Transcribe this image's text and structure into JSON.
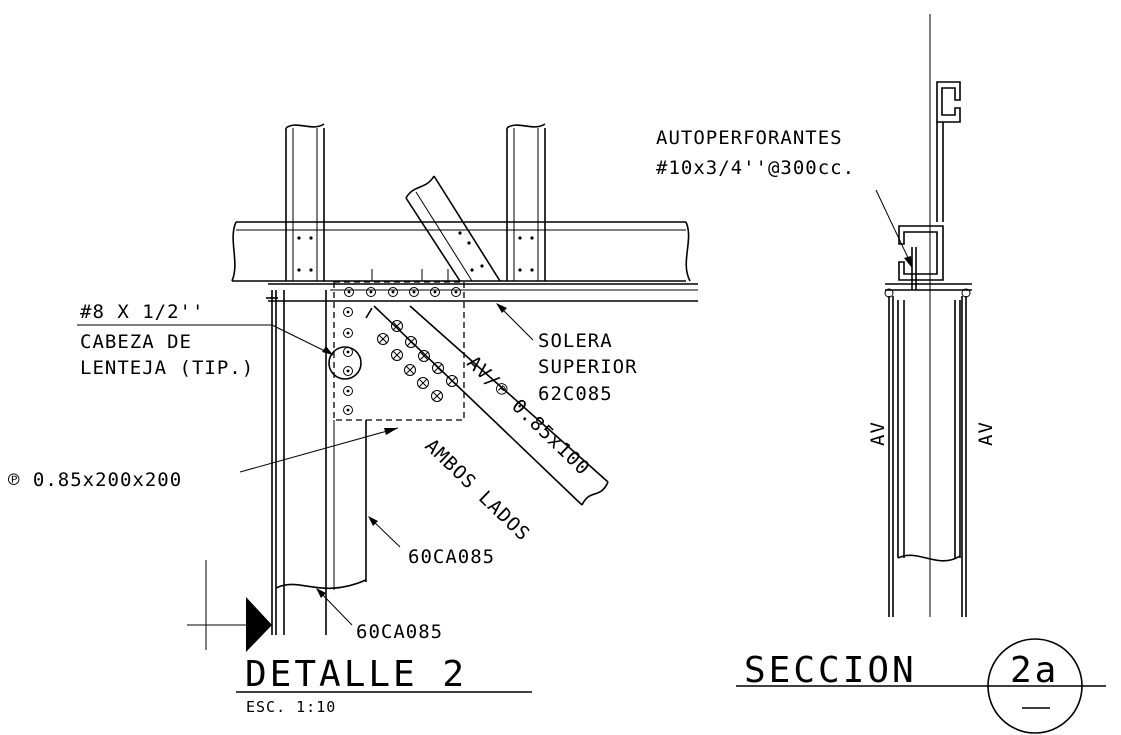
{
  "labels": {
    "screw_spec": "#8 X 1/2''",
    "screw_head_1": "CABEZA DE",
    "screw_head_2": "LENTEJA (TIP.)",
    "plate": "℗ 0.85x200x200",
    "solera_1": "SOLERA",
    "solera_2": "SUPERIOR",
    "solera_3": "62C085",
    "brace_1": "AV/℗ 0.85x100",
    "brace_2": "AMBOS LADOS",
    "stud_a": "60CA085",
    "stud_b": "60CA085",
    "autoperf_1": "AUTOPERFORANTES",
    "autoperf_2": "#10x3/4''@300cc.",
    "av_left": "AV",
    "av_right": "AV"
  },
  "titles": {
    "detalle": "DETALLE 2",
    "scale": "ESC. 1:10",
    "seccion": "SECCION",
    "section_id": "2a"
  }
}
